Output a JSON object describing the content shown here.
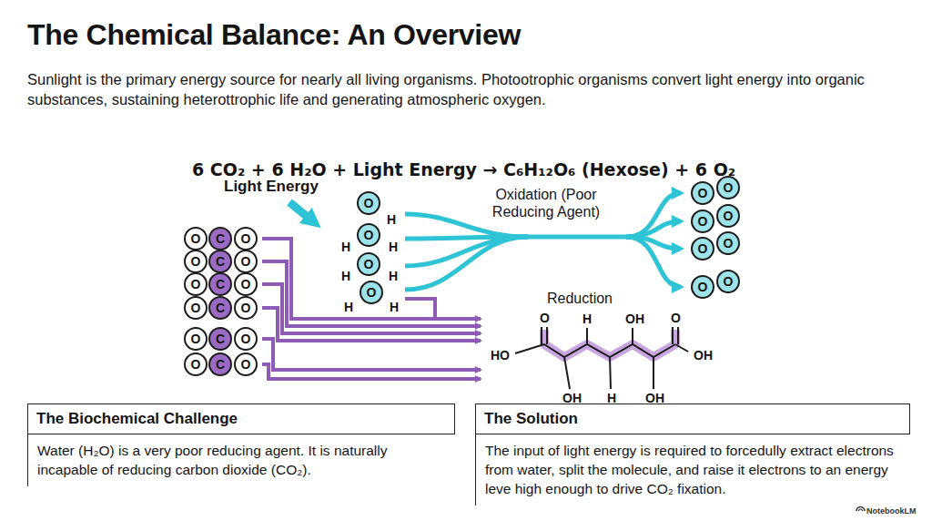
{
  "diagram": {
    "title": "The Chemical Balance: An Overview",
    "nodes": [
      {
        "text": [
          "The Biochemical Challenge",
          "Water (H₂O) is a very poor reducing agent. It is naturally incapable of reducing carbon dioxide (CO₂)."
        ]
      },
      {
        "text": [
          "The Solution",
          "The input of light energy is required to forcedully extract electrons from water, split the molecule, and raise it electrons to an energy leve high enough to drive CO₂ fixation."
        ]
      }
    ],
    "labels": [
      "Sunlight is the primary energy source for nearly all living organisms. Photootrophic organisms convert light energy into organic substances, sustaining heterottrophic life and generating atmospheric oxygen.",
      "6 CO₂ + 6 H₂O + Light Energy → C₆H₁₂O₆ (Hexose) + 6 O₂",
      "Light Energy",
      "O",
      "C",
      "O",
      "O",
      "C",
      "O",
      "O",
      "C",
      "O",
      "O",
      "C",
      "O",
      "O",
      "C",
      "O",
      "O",
      "C",
      "O",
      "O",
      "H",
      "H",
      "O",
      "H",
      "H",
      "O",
      "H",
      "H",
      "O",
      "H",
      "Oxidation (Poor Reducing Agent)",
      "O",
      "O",
      "O",
      "O",
      "O",
      "O",
      "O",
      "O",
      "Reduction",
      "O",
      "H",
      "OH",
      "O",
      "HO",
      "OH",
      "OH",
      "H",
      "OH",
      "NotebookLM"
    ]
  }
}
